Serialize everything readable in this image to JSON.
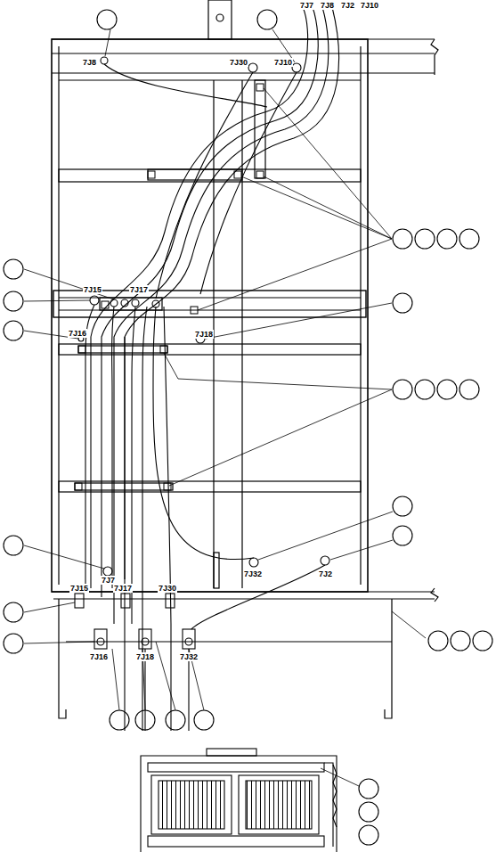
{
  "diagram": {
    "labels": [
      "7J7",
      "7J8",
      "7J2",
      "7J10",
      "7J8",
      "7J30",
      "7J10",
      "7J15",
      "7J17",
      "7J16",
      "7J18",
      "7J7",
      "7J32",
      "7J2",
      "7J15",
      "7J17",
      "7J30",
      "7J16",
      "7J18",
      "7J32"
    ]
  }
}
